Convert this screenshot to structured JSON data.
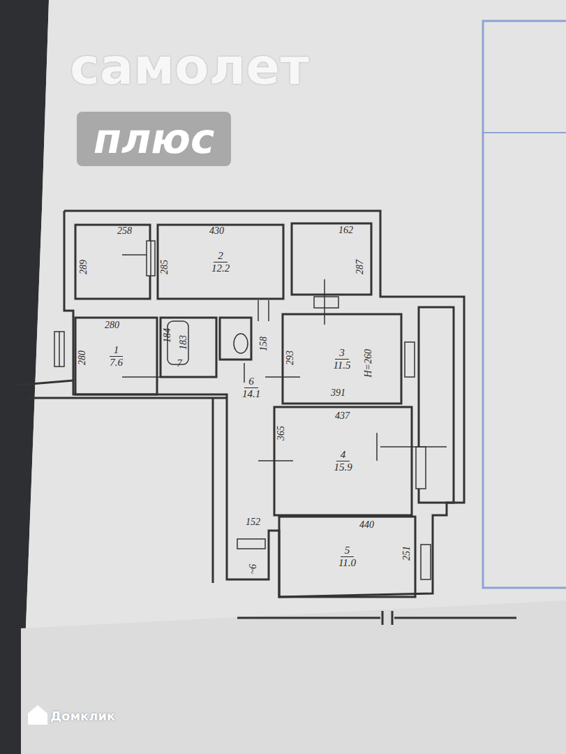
{
  "diagram": {
    "nodes": [
      {
        "text": [
          "2",
          "12.2"
        ]
      },
      {
        "text": [
          "1",
          "7.6"
        ]
      },
      {
        "text": [
          "7"
        ]
      },
      {
        "text": [
          "6",
          "14.1"
        ]
      },
      {
        "text": [
          "3",
          "11.5"
        ]
      },
      {
        "text": [
          "4",
          "15.9"
        ]
      },
      {
        "text": [
          "5",
          "11.0"
        ]
      }
    ],
    "labels": [
      "самолет",
      "плюс",
      "258",
      "289",
      "285",
      "430",
      "162",
      "287",
      "280",
      "280",
      "184",
      "183",
      "158",
      "293",
      "Н=260",
      "391",
      "365",
      "437",
      "152",
      "440",
      "251",
      "~6",
      "Домклик"
    ]
  }
}
